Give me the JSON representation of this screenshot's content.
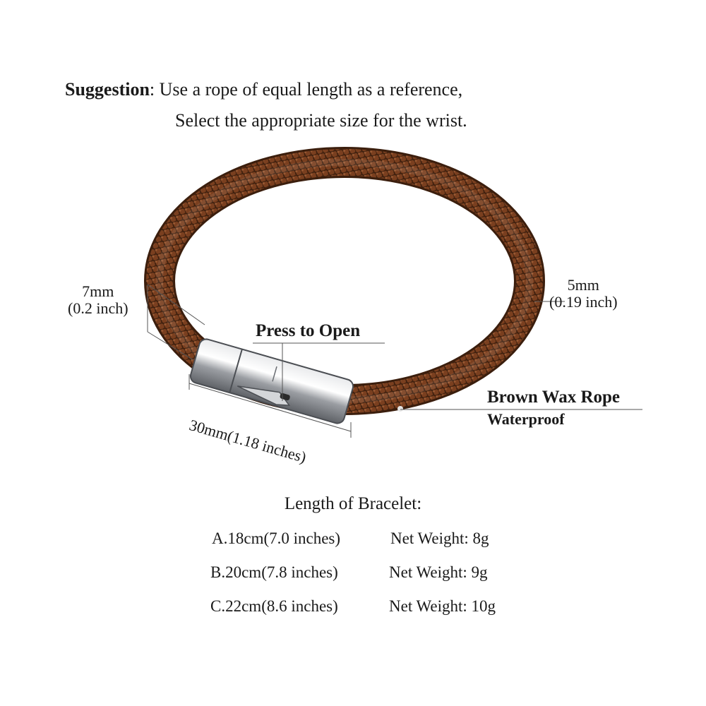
{
  "suggestion": {
    "label": "Suggestion",
    "line1": ": Use a rope of equal length as a reference,",
    "line2": "Select the appropriate size for the wrist."
  },
  "dimensions": {
    "clasp_height": {
      "mm": "7mm",
      "inch": "(0.2 inch)"
    },
    "rope_width": {
      "mm": "5mm",
      "inch": "(0.19 inch)"
    },
    "clasp_length": "30mm(1.18 inches)"
  },
  "callouts": {
    "press_to_open": "Press to Open",
    "material": "Brown Wax Rope",
    "feature": "Waterproof"
  },
  "sizes": {
    "title": "Length of Bracelet:",
    "rows": [
      {
        "length": "A.18cm(7.0 inches)",
        "weight": "Net Weight: 8g"
      },
      {
        "length": "B.20cm(7.8 inches)",
        "weight": "Net Weight: 9g"
      },
      {
        "length": "C.22cm(8.6 inches)",
        "weight": "Net Weight: 10g"
      }
    ]
  },
  "colors": {
    "rope": "#7a3f1f",
    "rope_highlight": "#a9643a",
    "rope_dark": "#3b1e0d",
    "steel": "#b9bcc0",
    "line": "#555555"
  }
}
